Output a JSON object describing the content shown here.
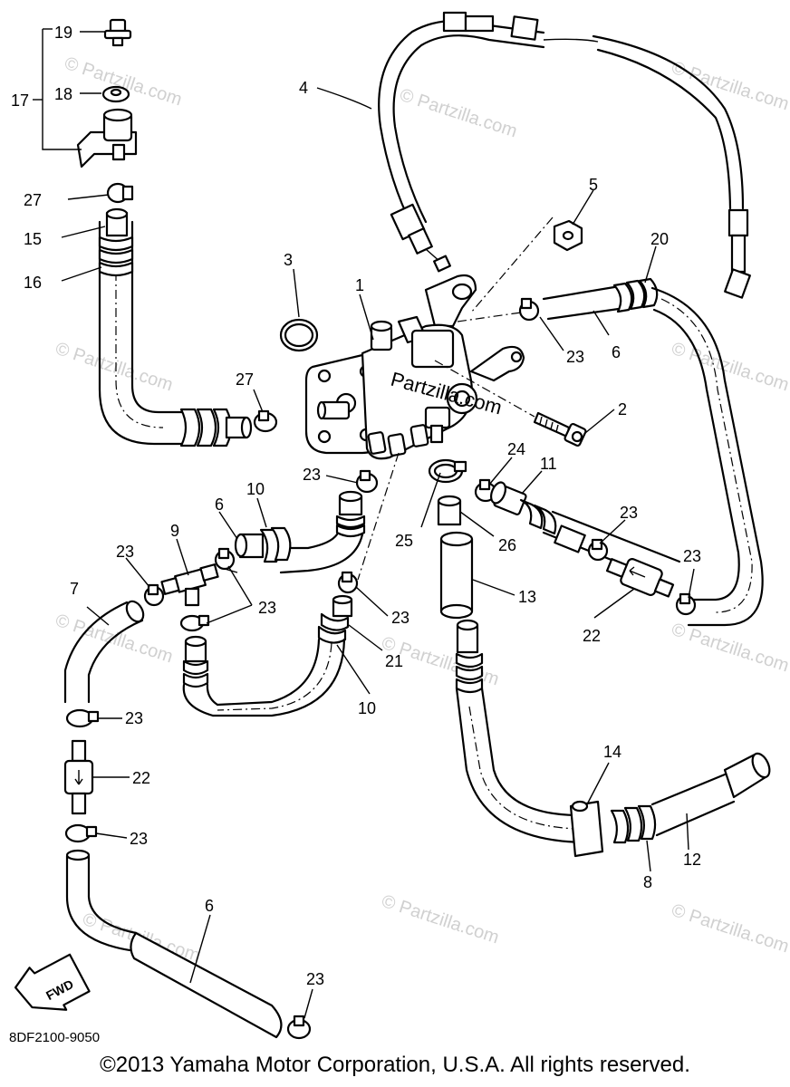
{
  "diagram": {
    "part_code": "8DF2100-9050",
    "direction_label": "FWD",
    "center_watermark": "Partzilla.com",
    "watermark_text": "© Partzilla.com",
    "copyright": "©2013 Yamaha Motor Corporation, U.S.A. All rights reserved.",
    "callouts": [
      {
        "id": "c19",
        "label": "19"
      },
      {
        "id": "c18",
        "label": "18"
      },
      {
        "id": "c17",
        "label": "17"
      },
      {
        "id": "c27a",
        "label": "27"
      },
      {
        "id": "c15",
        "label": "15"
      },
      {
        "id": "c16",
        "label": "16"
      },
      {
        "id": "c4",
        "label": "4"
      },
      {
        "id": "c5",
        "label": "5"
      },
      {
        "id": "c20",
        "label": "20"
      },
      {
        "id": "c3",
        "label": "3"
      },
      {
        "id": "c1",
        "label": "1"
      },
      {
        "id": "c23a",
        "label": "23"
      },
      {
        "id": "c6a",
        "label": "6"
      },
      {
        "id": "c2",
        "label": "2"
      },
      {
        "id": "c27b",
        "label": "27"
      },
      {
        "id": "c23b",
        "label": "23"
      },
      {
        "id": "c10a",
        "label": "10"
      },
      {
        "id": "c24",
        "label": "24"
      },
      {
        "id": "c11",
        "label": "11"
      },
      {
        "id": "c6b",
        "label": "6"
      },
      {
        "id": "c9",
        "label": "9"
      },
      {
        "id": "c23c",
        "label": "23"
      },
      {
        "id": "c23d",
        "label": "23"
      },
      {
        "id": "c23e",
        "label": "23"
      },
      {
        "id": "c25",
        "label": "25"
      },
      {
        "id": "c26",
        "label": "26"
      },
      {
        "id": "c23f",
        "label": "23"
      },
      {
        "id": "c7",
        "label": "7"
      },
      {
        "id": "c23g",
        "label": "23"
      },
      {
        "id": "c13",
        "label": "13"
      },
      {
        "id": "c21",
        "label": "21"
      },
      {
        "id": "c22a",
        "label": "22"
      },
      {
        "id": "c10b",
        "label": "10"
      },
      {
        "id": "c23h",
        "label": "23"
      },
      {
        "id": "c22b",
        "label": "22"
      },
      {
        "id": "c14",
        "label": "14"
      },
      {
        "id": "c23i",
        "label": "23"
      },
      {
        "id": "c12",
        "label": "12"
      },
      {
        "id": "c8",
        "label": "8"
      },
      {
        "id": "c6c",
        "label": "6"
      },
      {
        "id": "c23j",
        "label": "23"
      }
    ]
  }
}
